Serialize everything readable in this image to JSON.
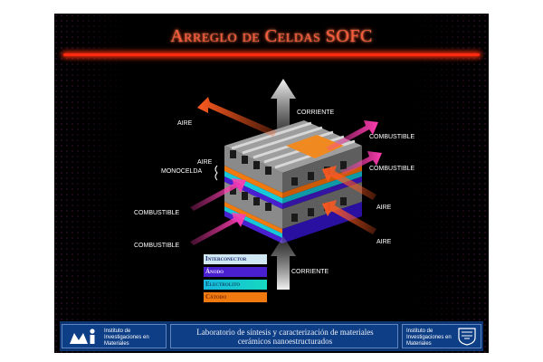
{
  "slide": {
    "title": "Arreglo de Celdas SOFC"
  },
  "labels": {
    "aire_top": "AIRE",
    "corriente_top": "CORRIENTE",
    "combustible_right_1": "COMBUSTIBLE",
    "aire_left": "AIRE",
    "monocelda": "MONOCELDA",
    "combustible_right_2": "COMBUSTIBLE",
    "combustible_left_1": "COMBUSTIBLE",
    "aire_right_1": "AIRE",
    "aire_right_2": "AIRE",
    "combustible_left_2": "COMBUSTIBLE",
    "corriente_bottom": "CORRIENTE"
  },
  "legend": {
    "interconector": "Interconector",
    "anodo": "Ánodo",
    "electrolito": "Electrolito",
    "catodo": "Cátodo"
  },
  "footer": {
    "institute_left": "Instituto de Investigaciones en Materiales",
    "lab_line1": "Laboratorio de síntesis y caracterización de materiales",
    "lab_line2": "cerámicos nanoestructurados",
    "institute_right": "Instituto de Investigaciones en Materiales"
  },
  "colors": {
    "title": "#ff5a3c",
    "arrow_air": "#ff5a20",
    "arrow_fuel": "#ff3db0",
    "arrow_current": "#e8e8e8",
    "interconnector": "#8a8a8a",
    "anode": "#4a1fd0",
    "electrolyte": "#18c8d8",
    "cathode": "#f07a10"
  },
  "icons": {
    "logo_left": "iim-logo",
    "logo_right": "unam-shield-logo"
  }
}
